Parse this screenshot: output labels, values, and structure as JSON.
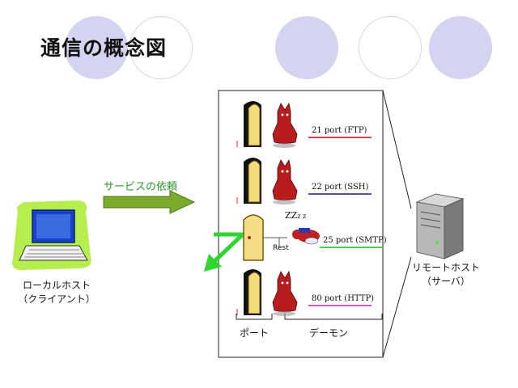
{
  "title": "通信の概念図",
  "request_label": "サービスの依頼",
  "client": {
    "line1": "ローカルホスト",
    "line2": "（クライアント）"
  },
  "server": {
    "line1": "リモートホスト",
    "line2": "（サーバ）"
  },
  "ports": [
    {
      "label": "21 port (FTP)",
      "underline_color": "#d12a3a",
      "state": "awake"
    },
    {
      "label": "22 port (SSH)",
      "underline_color": "#3a3aa8",
      "state": "awake"
    },
    {
      "label": "25 port (SMTP)",
      "underline_color": "#33cc33",
      "state": "sleeping"
    },
    {
      "label": "80 port (HTTP)",
      "underline_color": "#d03fb8",
      "state": "awake"
    }
  ],
  "sleep_text": "ZZ",
  "sleep_small": "z z",
  "rest_text": "Rest",
  "bracket_port": "ポート",
  "bracket_daemon": "デーモン",
  "colors": {
    "accent_green": "#2a9a2a",
    "deco_circle": "#d4d4f0"
  }
}
